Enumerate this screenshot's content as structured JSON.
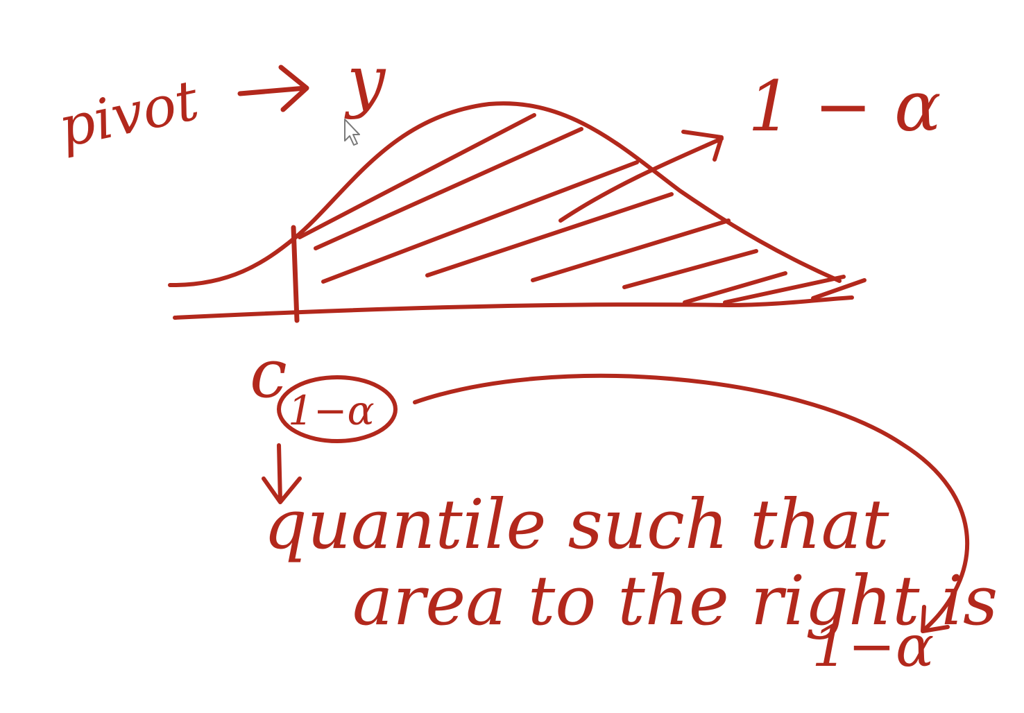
{
  "labels": {
    "pivot": "pivot",
    "y_variable": "y",
    "area_value": "1 − α",
    "quantile_symbol": "c",
    "subscript": "1−α",
    "description_line1": "quantile such that",
    "description_line2": "area to the right is",
    "description_value": "1−α"
  },
  "colors": {
    "ink": "#b2281c",
    "background": "#ffffff",
    "cursor": "#7a7a7a"
  },
  "icons": {
    "cursor": "mouse-pointer-icon"
  }
}
